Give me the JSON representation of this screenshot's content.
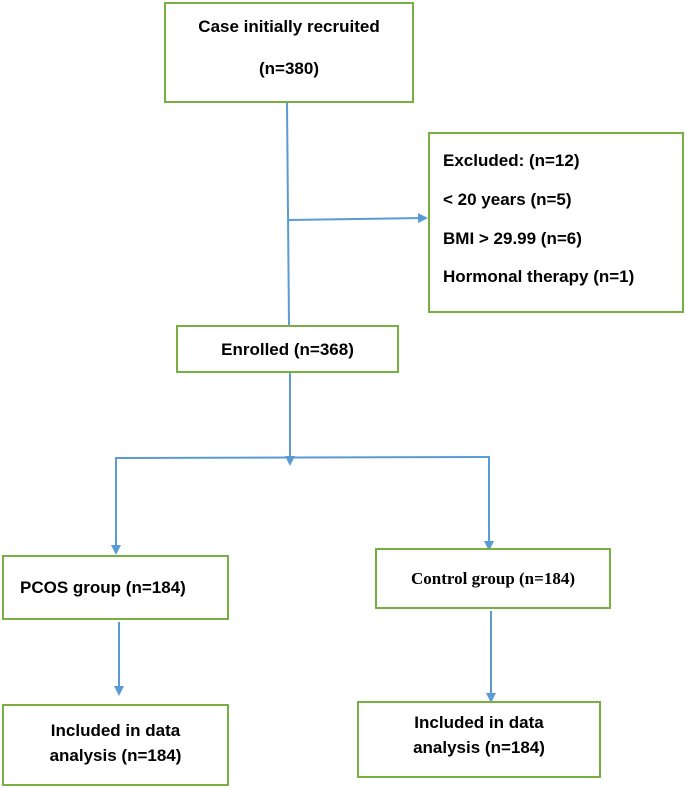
{
  "colors": {
    "box_border": "#77b041",
    "arrow": "#5b9bd5",
    "text": "#000000"
  },
  "recruited": {
    "line1": "Case initially recruited",
    "line2": "(n=380)"
  },
  "excluded": {
    "title": "Excluded: (n=12)",
    "reasons": [
      "< 20 years (n=5)",
      "BMI > 29.99 (n=6)",
      "Hormonal therapy (n=1)"
    ]
  },
  "enrolled": {
    "label": "Enrolled (n=368)"
  },
  "pcos": {
    "label": "PCOS group (n=184)",
    "included_line1": "Included in data",
    "included_line2": "analysis (n=184)"
  },
  "control": {
    "label": "Control group (n=184)",
    "included_line1": "Included in data",
    "included_line2": "analysis (n=184)"
  }
}
